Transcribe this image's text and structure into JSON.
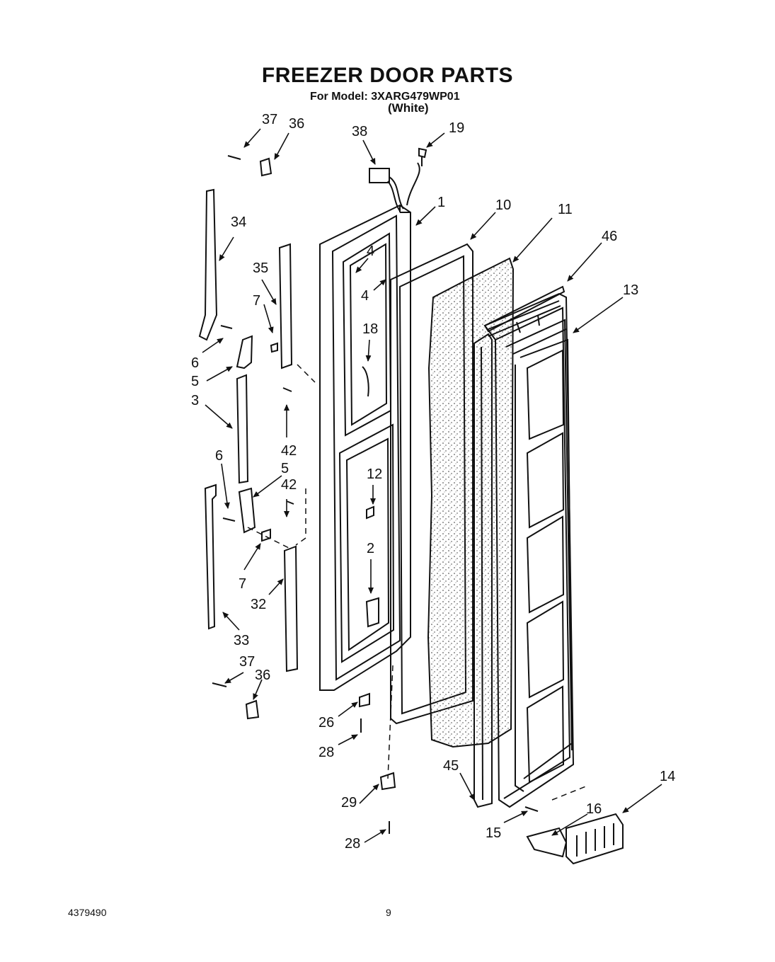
{
  "header": {
    "title": "FREEZER DOOR PARTS",
    "model_line": "For Model: 3XARG479WP01",
    "color": "(White)"
  },
  "footer": {
    "doc_number": "4379490",
    "page_number": "9"
  },
  "callouts": [
    "37",
    "36",
    "38",
    "19",
    "34",
    "1",
    "10",
    "11",
    "46",
    "35",
    "4",
    "4",
    "7",
    "18",
    "13",
    "6",
    "5",
    "3",
    "42",
    "6",
    "5",
    "42",
    "12",
    "2",
    "7",
    "32",
    "33",
    "37",
    "36",
    "26",
    "28",
    "45",
    "14",
    "29",
    "16",
    "15",
    "28"
  ]
}
